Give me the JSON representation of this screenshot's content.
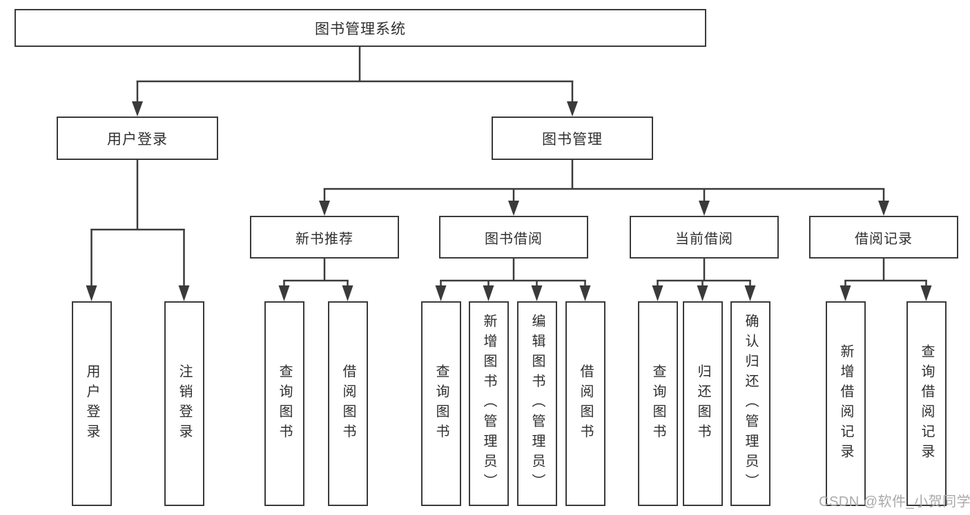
{
  "diagram": {
    "root": {
      "label": "图书管理系统"
    },
    "level2": [
      {
        "label": "用户登录"
      },
      {
        "label": "图书管理"
      }
    ],
    "level3": [
      {
        "label": "新书推荐"
      },
      {
        "label": "图书借阅"
      },
      {
        "label": "当前借阅"
      },
      {
        "label": "借阅记录"
      }
    ],
    "leaves": [
      {
        "label": "用户登录"
      },
      {
        "label": "注销登录"
      },
      {
        "label": "查询图书"
      },
      {
        "label": "借阅图书"
      },
      {
        "label": "查询图书"
      },
      {
        "label": "新增图书（管理员）"
      },
      {
        "label": "编辑图书（管理员）"
      },
      {
        "label": "借阅图书"
      },
      {
        "label": "查询图书"
      },
      {
        "label": "归还图书"
      },
      {
        "label": "确认归还（管理员）"
      },
      {
        "label": "新增借阅记录"
      },
      {
        "label": "查询借阅记录"
      }
    ],
    "watermark": "CSDN @软件_小贺同学",
    "colors": {
      "line": "#3a3a3a",
      "text": "#2f2f2f",
      "watermark": "#a9a9a9",
      "background": "#ffffff"
    }
  }
}
